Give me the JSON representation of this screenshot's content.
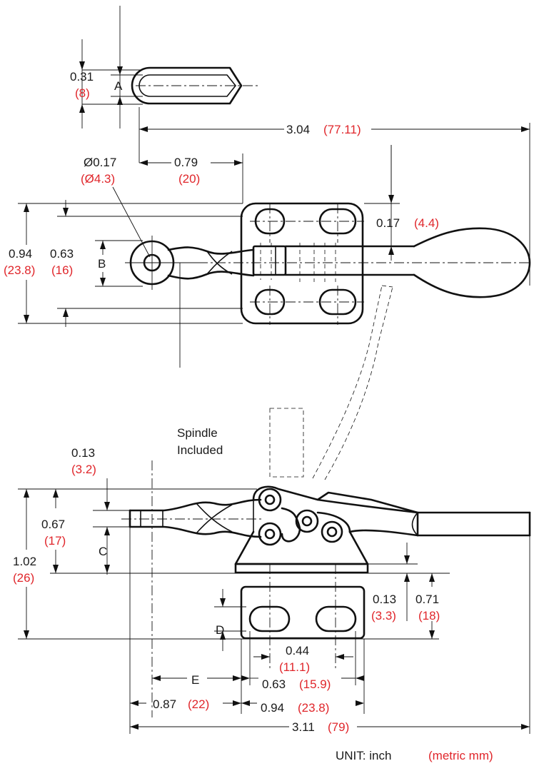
{
  "colors": {
    "metric": "#e0262b",
    "text": "#1a1a1a",
    "line": "#111111"
  },
  "top_slot": {
    "dim_031": "0.31",
    "dim_031_m": "(8)",
    "ref_A": "A"
  },
  "overall_width_top": {
    "inch": "3.04",
    "metric": "(77.11)"
  },
  "top_view": {
    "hole_dia": "Ø0.17",
    "hole_dia_m": "(Ø4.3)",
    "dim_079": "0.79",
    "dim_079_m": "(20)",
    "dim_094": "0.94",
    "dim_094_m": "(23.8)",
    "dim_063": "0.63",
    "dim_063_m": "(16)",
    "ref_B": "B",
    "dim_017": "0.17",
    "dim_017_m": "(4.4)"
  },
  "side_view": {
    "spindle_line1": "Spindle",
    "spindle_line2": "Included",
    "dim_013": "0.13",
    "dim_013_m": "(3.2)",
    "dim_067": "0.67",
    "dim_067_m": "(17)",
    "ref_C": "C",
    "dim_102": "1.02",
    "dim_102_m": "(26)",
    "dim_013b": "0.13",
    "dim_013b_m": "(3.3)",
    "dim_071": "0.71",
    "dim_071_m": "(18)",
    "ref_D": "D",
    "dim_044": "0.44",
    "dim_044_m": "(11.1)",
    "ref_E": "E",
    "dim_063": "0.63",
    "dim_063_m": "(15.9)",
    "dim_087": "0.87",
    "dim_087_m": "(22)",
    "dim_094": "0.94",
    "dim_094_m": "(23.8)",
    "dim_311": "3.11",
    "dim_311_m": "(79)"
  },
  "unit": {
    "label": "UNIT:  inch",
    "metric": "(metric mm)"
  }
}
